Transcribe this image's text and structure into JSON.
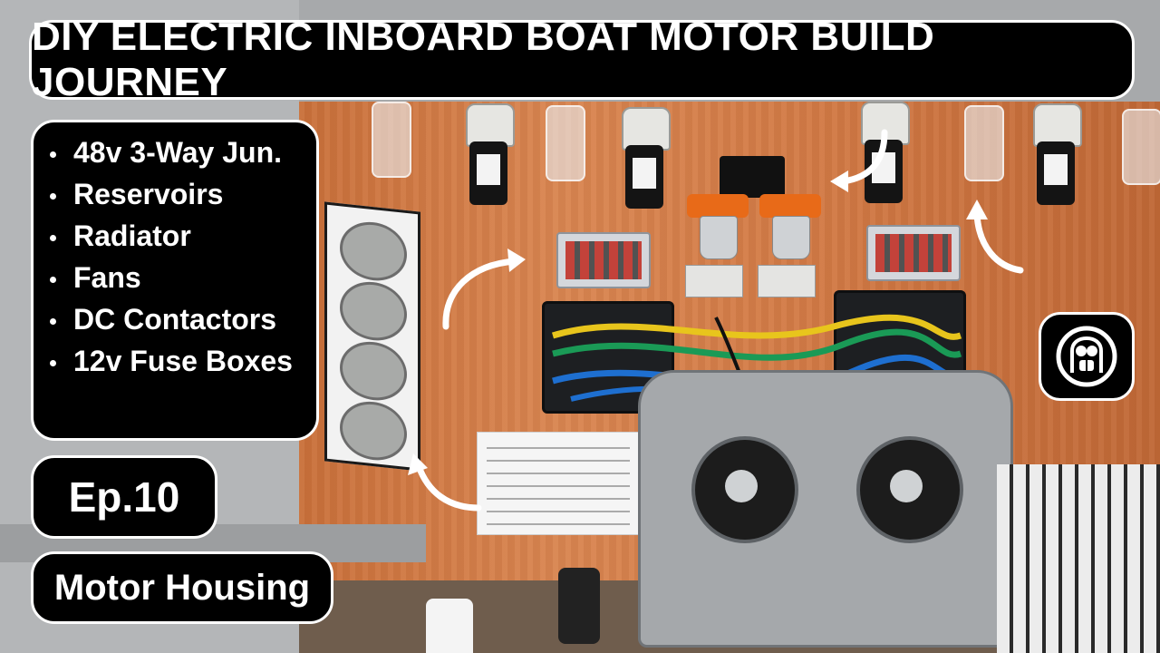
{
  "header": {
    "title": "DIY ELECTRIC INBOARD BOAT MOTOR BUILD JOURNEY"
  },
  "components_list": {
    "items": [
      {
        "label": "48v 3-Way Jun."
      },
      {
        "label": "Reservoirs"
      },
      {
        "label": "Radiator"
      },
      {
        "label": "Fans"
      },
      {
        "label": "DC Contactors"
      },
      {
        "label": "12v Fuse Boxes"
      }
    ]
  },
  "episode": {
    "label": "Ep.10"
  },
  "topic": {
    "label": "Motor Housing"
  },
  "icons": {
    "channel_logo": "channel-logo-icon",
    "bullet": "bullet-icon",
    "arrow": "curved-arrow-icon"
  },
  "colors": {
    "overlay_background": "#000000",
    "overlay_border": "#ffffff",
    "overlay_text": "#ffffff",
    "board_wood": "#d27a45",
    "contactor_orange": "#e86a18"
  }
}
